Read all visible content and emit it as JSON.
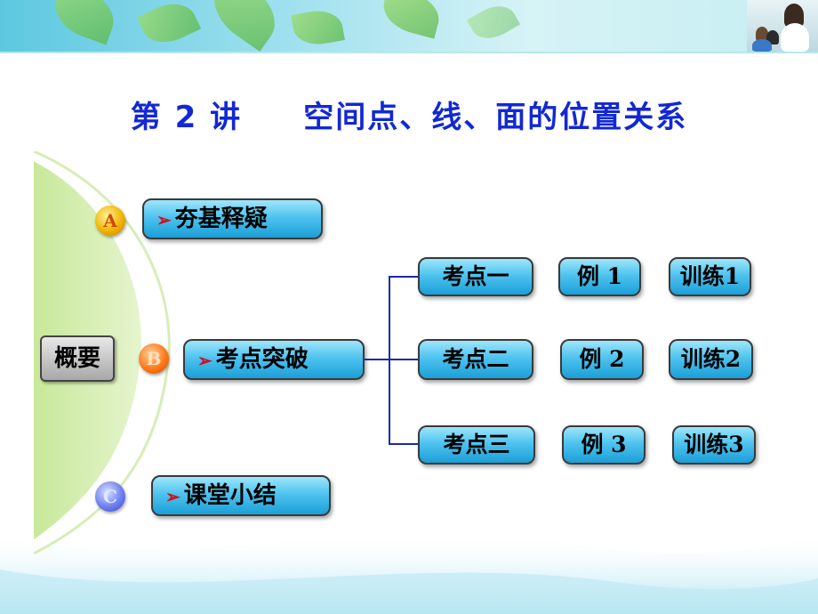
{
  "title": {
    "lecture": "第 2 讲",
    "topic": "空间点、线、面的位置关系"
  },
  "overview_label": "概要",
  "sections": [
    {
      "badge": "A",
      "label": "夯基释疑"
    },
    {
      "badge": "B",
      "label": "考点突破"
    },
    {
      "badge": "C",
      "label": "课堂小结"
    }
  ],
  "kaodian_rows": [
    {
      "point": "考点一",
      "example": "例 1",
      "practice": "训练1"
    },
    {
      "point": "考点二",
      "example": "例 2",
      "practice": "训练2"
    },
    {
      "point": "考点三",
      "example": "例 3",
      "practice": "训练3"
    }
  ],
  "colors": {
    "title": "#1228d4",
    "pill_top": "#9fe6fb",
    "pill_bottom": "#1b9fd8",
    "arrow": "#d01020",
    "arc_green": "#8cc63f",
    "connector": "#1a2ab0"
  },
  "icons": {
    "arrow": "play-arrow-icon",
    "badge_a": "badge-a-icon",
    "badge_b": "badge-b-icon",
    "badge_c": "badge-c-icon"
  }
}
